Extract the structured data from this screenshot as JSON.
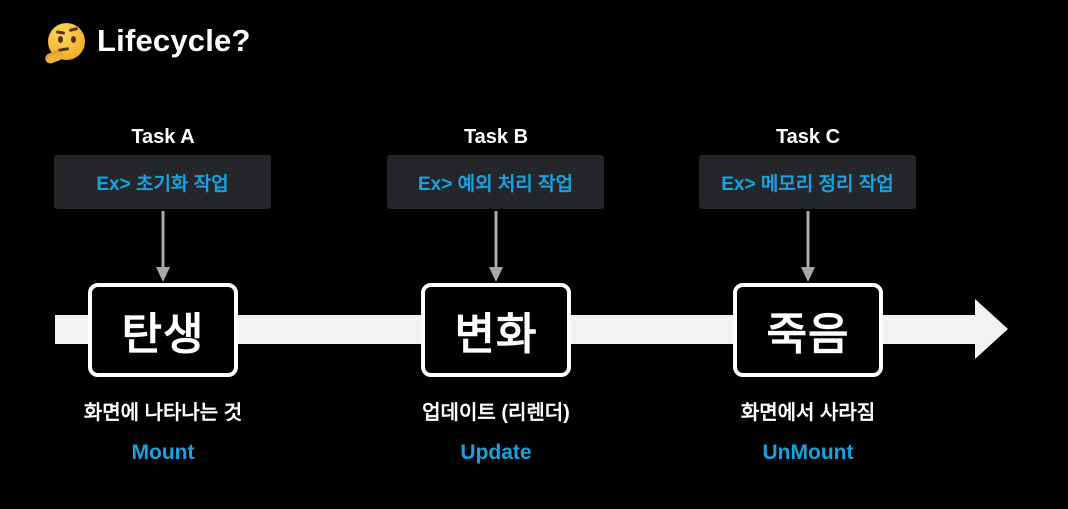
{
  "title": {
    "emoji": "thinking-face",
    "text": "Lifecycle?"
  },
  "colors": {
    "accent_blue": "#18A2E0",
    "band_white": "#F2F2F0",
    "box_bg": "#242629",
    "arrow_gray": "#A8A8A8",
    "bg": "#000000"
  },
  "columns": [
    {
      "task": "Task A",
      "example": "Ex> 초기화 작업",
      "stage": "탄생",
      "description": "화면에 나타나는 것",
      "phase": "Mount"
    },
    {
      "task": "Task B",
      "example": "Ex> 예외 처리 작업",
      "stage": "변화",
      "description": "업데이트 (리렌더)",
      "phase": "Update"
    },
    {
      "task": "Task C",
      "example": "Ex> 메모리 정리 작업",
      "stage": "죽음",
      "description": "화면에서 사라짐",
      "phase": "UnMount"
    }
  ]
}
